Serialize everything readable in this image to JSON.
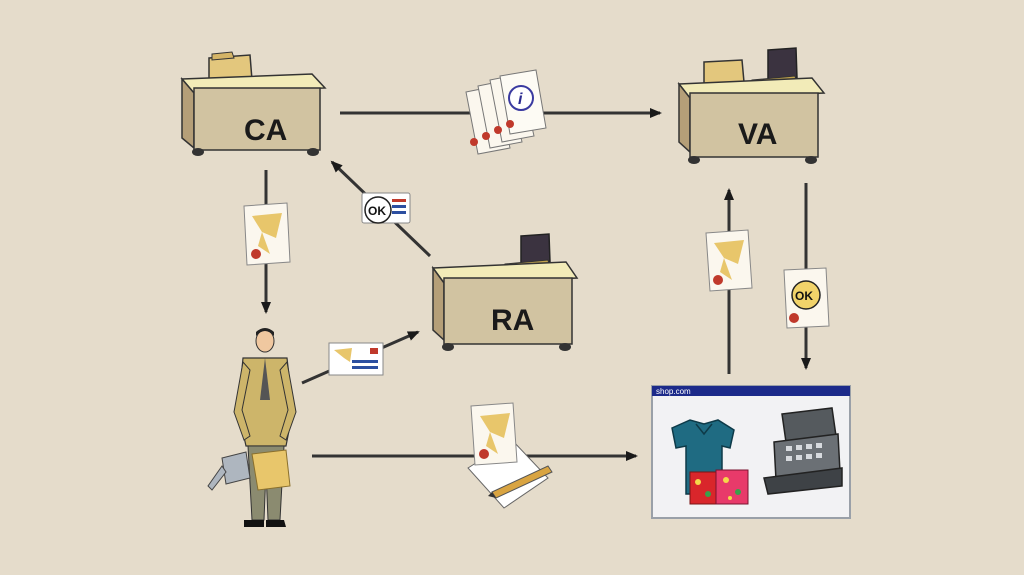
{
  "diagram": {
    "nodes": {
      "ca": {
        "label": "CA"
      },
      "va": {
        "label": "VA"
      },
      "ra": {
        "label": "RA"
      }
    },
    "icons": {
      "info_symbol": "i",
      "ok_symbol_small": "OK",
      "ok_symbol_large": "OK"
    },
    "shop_window": {
      "title": "shop.com"
    }
  }
}
